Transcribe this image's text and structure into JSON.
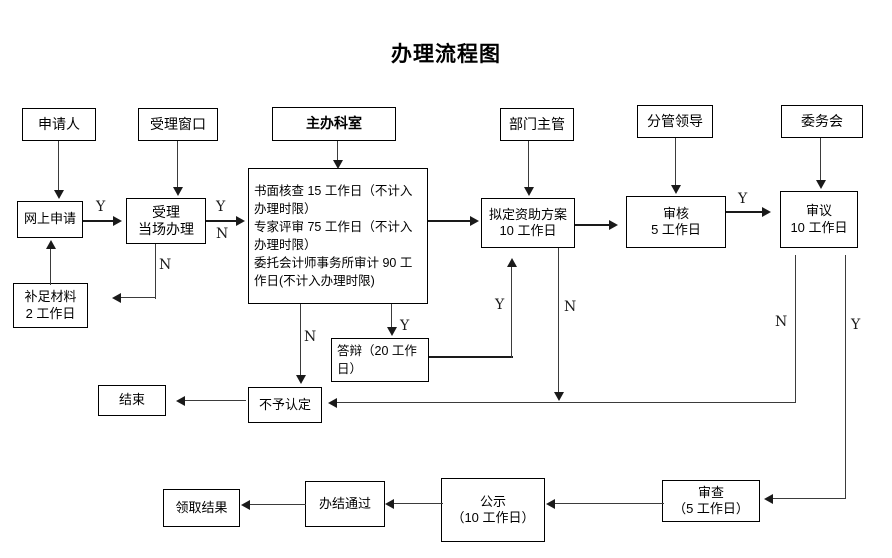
{
  "diagram": {
    "title": "办理流程图",
    "nodes": {
      "applicant": "申请人",
      "accept_window": "受理窗口",
      "host_department": "主办科室",
      "dept_supervisor": "部门主管",
      "branch_leader": "分管领导",
      "committee": "委务会",
      "online_apply": "网上申请",
      "accept_onsite": "受理\n当场办理",
      "review_detail": "书面核查 15 工作日（不计入办理时限）\n专家评审 75 工作日（不计入办理时限）\n委托会计师事务所审计 90 工作日(不计入办理时限)",
      "draft_plan": "拟定资助方案\n10 工作日",
      "audit": "审核\n5 工作日",
      "deliberate": "审议\n10 工作日",
      "supplement": "补足材料\n2 工作日",
      "defense": "答辩（20 工作日）",
      "not_recognized": "不予认定",
      "finish": "结束",
      "get_result": "领取结果",
      "completed": "办结通过",
      "publicity": "公示\n（10 工作日）",
      "inspect": "审查\n（5 工作日）"
    },
    "edge_labels": {
      "online_to_accept": "Y",
      "accept_to_review_y": "Y",
      "accept_to_review_n": "N",
      "accept_down_n": "N",
      "review_down_n": "N",
      "review_to_defense_y": "Y",
      "defense_to_plan_y": "Y",
      "plan_down_n": "N",
      "audit_to_deliberate_y": "Y",
      "deliberate_n": "N",
      "deliberate_y": "Y"
    },
    "colors": {
      "line": "#3b3b3b",
      "box_border": "#000000",
      "background": "#ffffff",
      "text": "#000000"
    }
  }
}
